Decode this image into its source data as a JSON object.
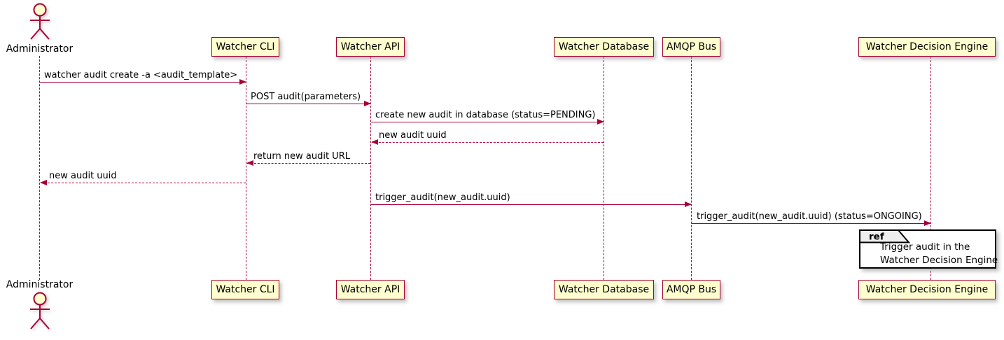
{
  "diagram": {
    "type": "uml-sequence-diagram",
    "participants": [
      {
        "name": "Administrator",
        "kind": "actor"
      },
      {
        "name": "Watcher CLI",
        "kind": "participant"
      },
      {
        "name": "Watcher API",
        "kind": "participant"
      },
      {
        "name": "Watcher Database",
        "kind": "participant"
      },
      {
        "name": "AMQP Bus",
        "kind": "participant"
      },
      {
        "name": "Watcher Decision Engine",
        "kind": "participant"
      }
    ],
    "messages": [
      {
        "from": "Administrator",
        "to": "Watcher CLI",
        "label": "watcher audit create -a <audit_template>",
        "line": "solid"
      },
      {
        "from": "Watcher CLI",
        "to": "Watcher API",
        "label": "POST audit(parameters)",
        "line": "solid"
      },
      {
        "from": "Watcher API",
        "to": "Watcher Database",
        "label": "create new audit in database (status=PENDING)",
        "line": "solid"
      },
      {
        "from": "Watcher Database",
        "to": "Watcher API",
        "label": "new audit uuid",
        "line": "dashed"
      },
      {
        "from": "Watcher API",
        "to": "Watcher CLI",
        "label": "return new audit URL",
        "line": "dashed"
      },
      {
        "from": "Watcher CLI",
        "to": "Administrator",
        "label": "new audit uuid",
        "line": "dashed"
      },
      {
        "from": "Watcher API",
        "to": "AMQP Bus",
        "label": "trigger_audit(new_audit.uuid)",
        "line": "solid"
      },
      {
        "from": "AMQP Bus",
        "to": "Watcher Decision Engine",
        "label": "trigger_audit(new_audit.uuid) (status=ONGOING)",
        "line": "solid"
      }
    ],
    "ref": {
      "keyword": "ref",
      "over": "Watcher Decision Engine",
      "line1": "Trigger audit in the",
      "line2": "Watcher Decision Engine"
    },
    "colors": {
      "participant_fill": "#FEFECE",
      "participant_border": "#A80036",
      "line_color": "#A80036",
      "ref_tab_fill": "#EEEEEE",
      "ref_border": "#000000",
      "text_color": "#000000",
      "background": "#FFFFFF"
    }
  }
}
